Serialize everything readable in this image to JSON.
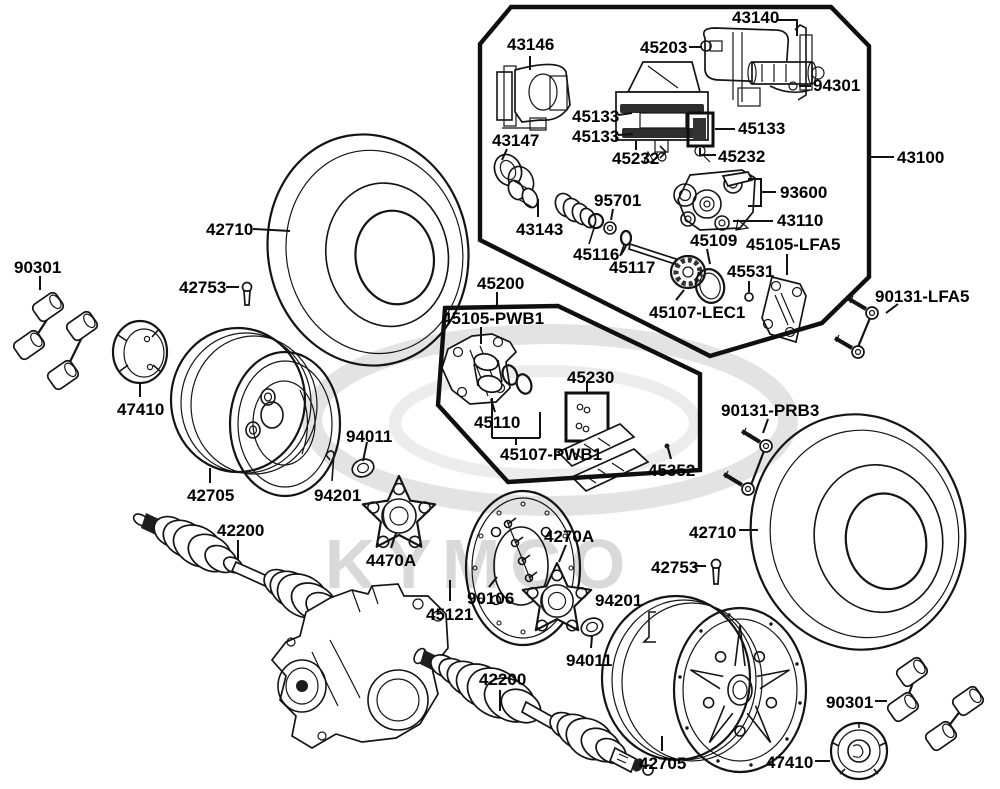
{
  "watermark": {
    "text": "KYMCO"
  },
  "part_labels": {
    "42200": "42200",
    "42705": "42705",
    "42710": "42710",
    "42753": "42753",
    "4270A": "4270A",
    "43100": "43100",
    "43110": "43110",
    "43140": "43140",
    "43143": "43143",
    "43146": "43146",
    "43147": "43147",
    "4470A": "4470A",
    "45105-LFA5": "45105-LFA5",
    "45105-PWB1": "45105-PWB1",
    "45107-LEC1": "45107-LEC1",
    "45107-PWB1": "45107-PWB1",
    "45109": "45109",
    "45110": "45110",
    "45116": "45116",
    "45117": "45117",
    "45121": "45121",
    "45133": "45133",
    "45200": "45200",
    "45203": "45203",
    "45230": "45230",
    "45232": "45232",
    "45352": "45352",
    "45531": "45531",
    "47410": "47410",
    "90106": "90106",
    "90131-LFA5": "90131-LFA5",
    "90131-PRB3": "90131-PRB3",
    "90301": "90301",
    "93600": "93600",
    "94011": "94011",
    "94201": "94201",
    "94301": "94301",
    "95701": "95701"
  }
}
